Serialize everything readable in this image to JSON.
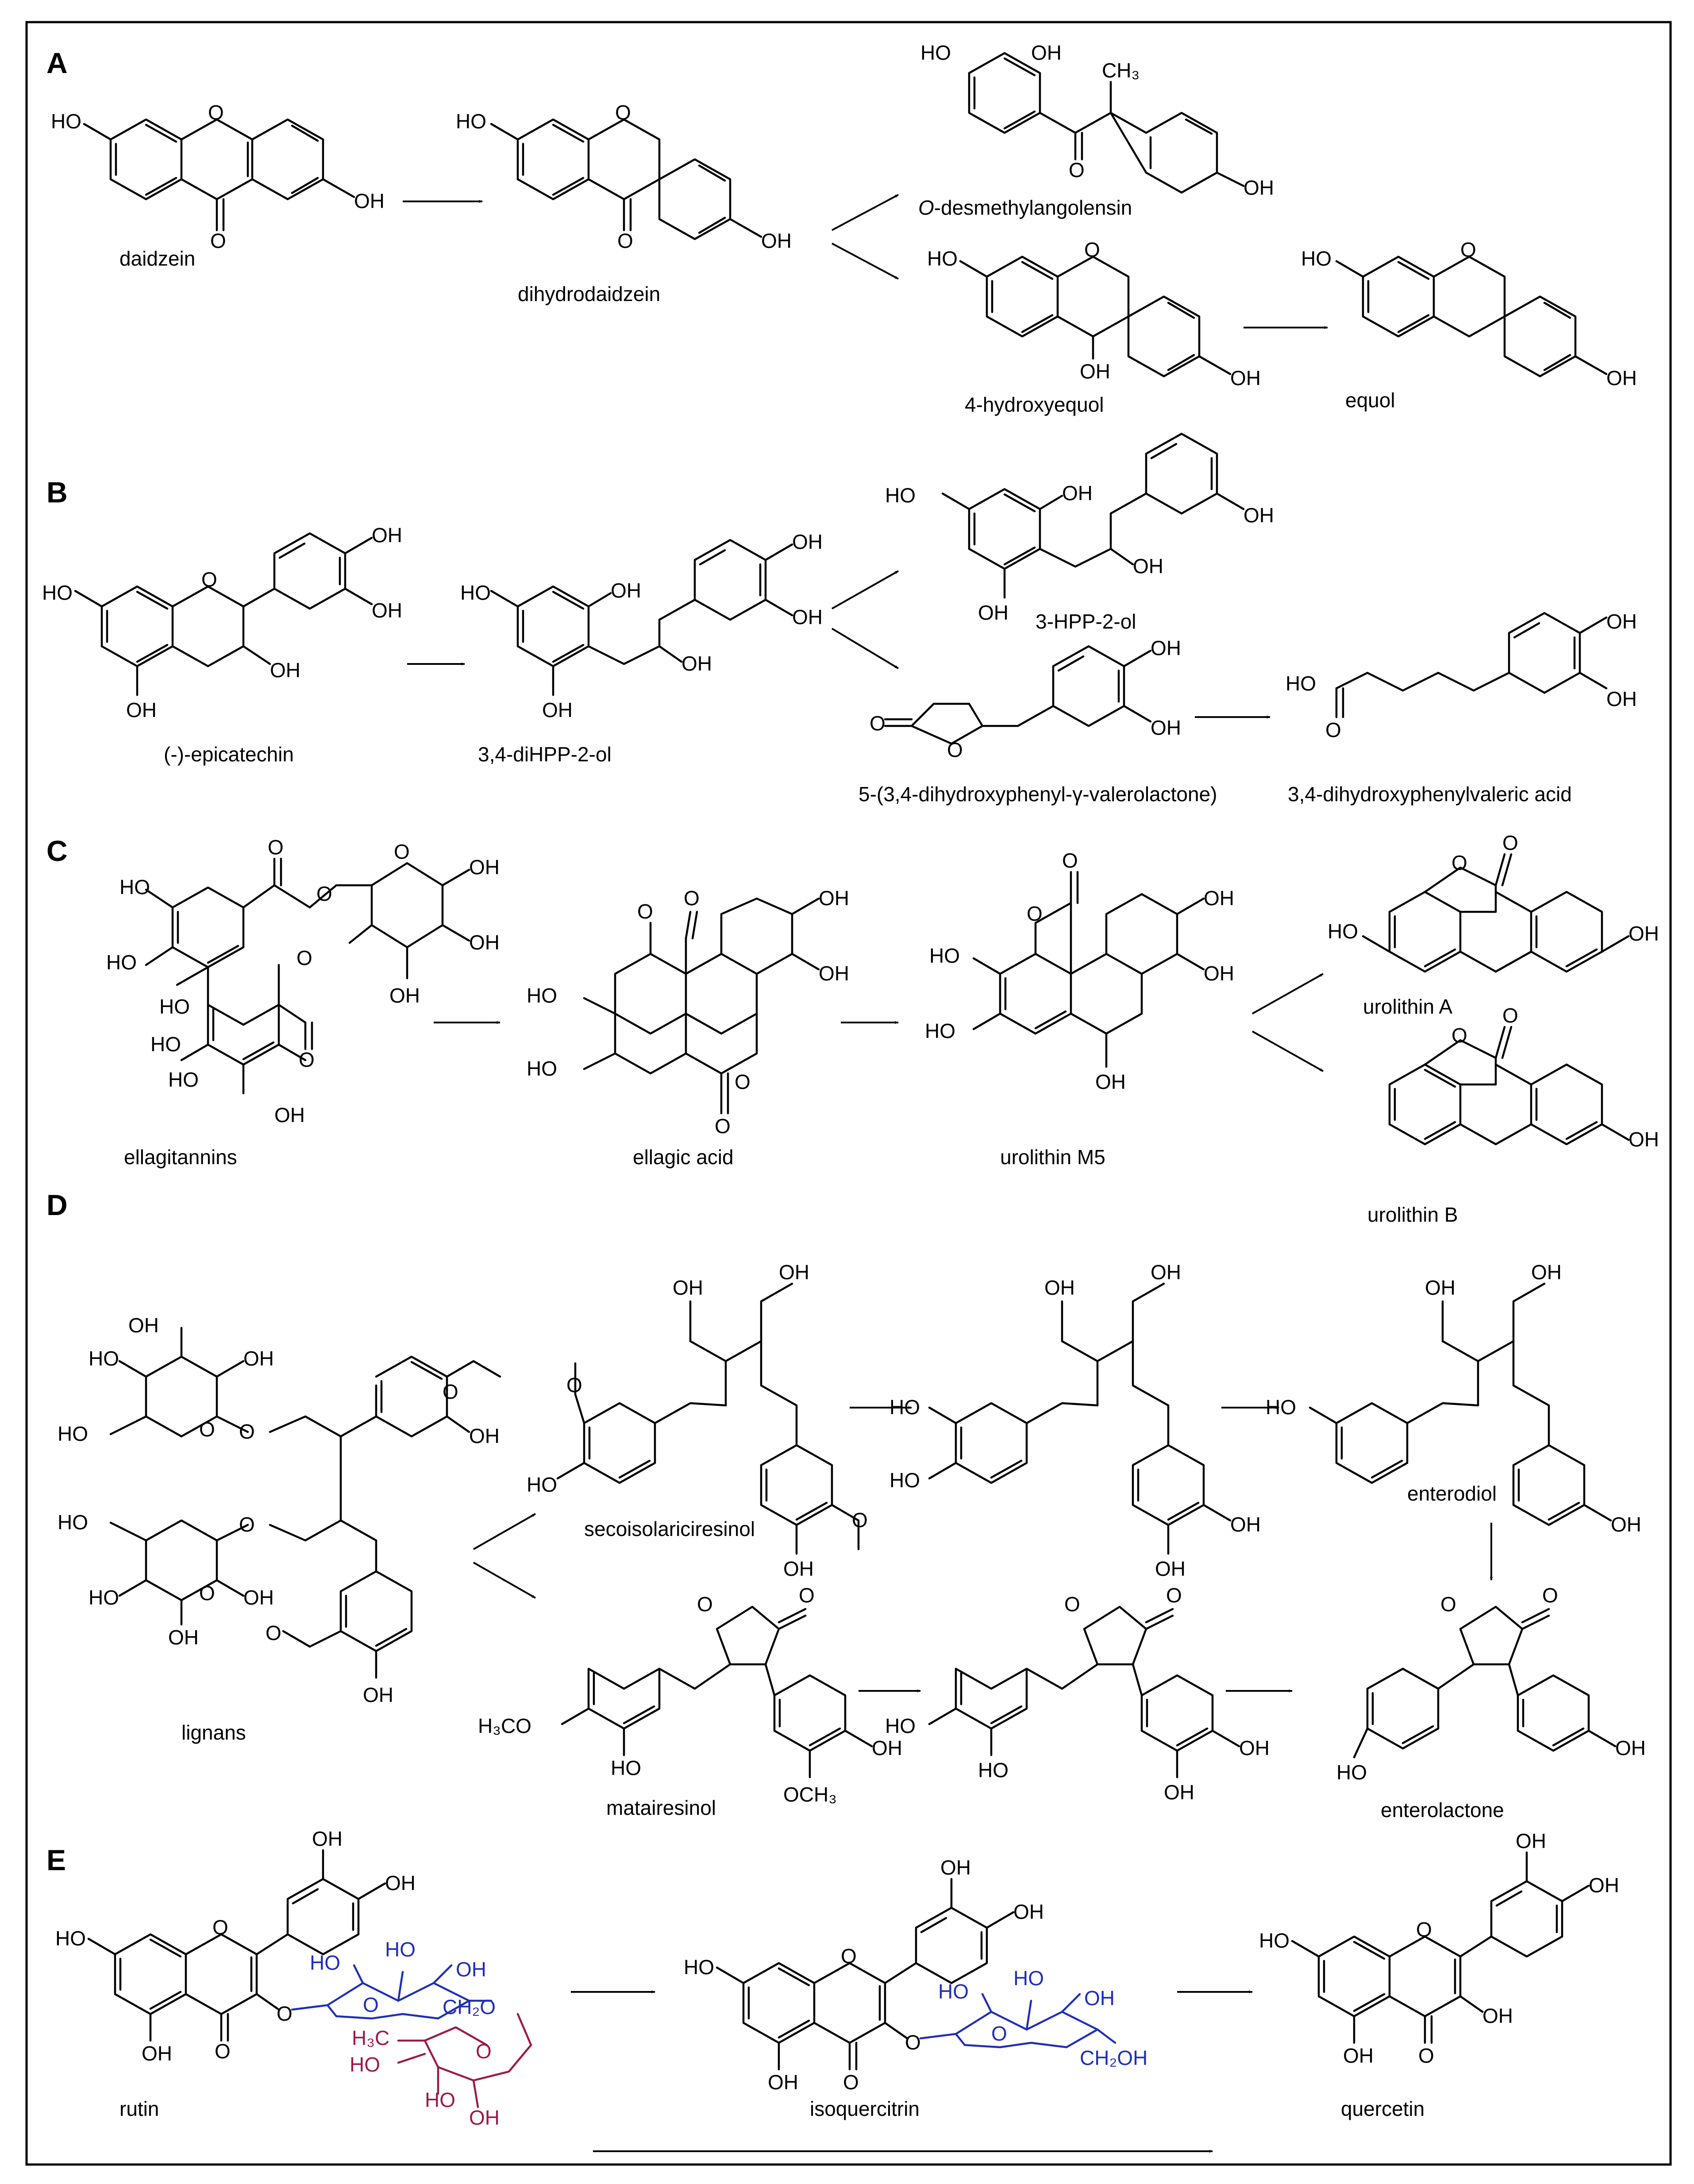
{
  "panels": [
    "A",
    "B",
    "C",
    "D",
    "E"
  ],
  "compounds": {
    "A": {
      "c1": "daidzein",
      "c2": "dihydrodaidzein",
      "c3_prefix": "O",
      "c3_rest": "-desmethylangolensin",
      "c4": "4-hydroxyequol",
      "c5": "equol"
    },
    "B": {
      "c1": "(-)-epicatechin",
      "c2": "3,4-diHPP-2-ol",
      "c3": "3-HPP-2-ol",
      "c4": "5-(3,4-dihydroxyphenyl-γ-valerolactone)",
      "c5": "3,4-dihydroxyphenylvaleric acid"
    },
    "C": {
      "c1": "ellagitannins",
      "c2": "ellagic acid",
      "c3": "urolithin M5",
      "c4": "urolithin A",
      "c5": "urolithin B"
    },
    "D": {
      "c1": "lignans",
      "c2": "secoisolariciresinol",
      "c3": "enterodiol",
      "c4": "matairesinol",
      "c5": "enterolactone"
    },
    "E": {
      "c1": "rutin",
      "c2": "isoquercitrin",
      "c3": "quercetin"
    }
  },
  "atom_labels": {
    "OH": "OH",
    "HO": "HO",
    "O": "O",
    "CH3": "CH₃",
    "OCH3": "OCH₃",
    "H3CO": "H₃CO",
    "H3C": "H₃C",
    "CH2O": "CH₂O",
    "CH2OH": "CH₂OH"
  },
  "colors": {
    "glucose": "#1f2fb8",
    "rhamnose": "#9b1a4a",
    "structure": "#000000"
  }
}
